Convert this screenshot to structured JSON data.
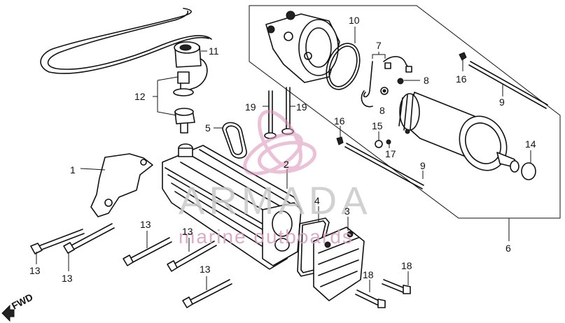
{
  "watermark": {
    "brand": "ARMADA",
    "tagline": "marine outboards"
  },
  "fwd_label": "FWD",
  "callouts": [
    {
      "id": "c1",
      "text": "1"
    },
    {
      "id": "c2",
      "text": "2"
    },
    {
      "id": "c3",
      "text": "3"
    },
    {
      "id": "c4",
      "text": "4"
    },
    {
      "id": "c5",
      "text": "5"
    },
    {
      "id": "c6",
      "text": "6"
    },
    {
      "id": "c7",
      "text": "7"
    },
    {
      "id": "c8a",
      "text": "8"
    },
    {
      "id": "c8b",
      "text": "8"
    },
    {
      "id": "c9a",
      "text": "9"
    },
    {
      "id": "c9b",
      "text": "9"
    },
    {
      "id": "c10",
      "text": "10"
    },
    {
      "id": "c11",
      "text": "11"
    },
    {
      "id": "c12",
      "text": "12"
    },
    {
      "id": "c13a",
      "text": "13"
    },
    {
      "id": "c13b",
      "text": "13"
    },
    {
      "id": "c13c",
      "text": "13"
    },
    {
      "id": "c13d",
      "text": "13"
    },
    {
      "id": "c13e",
      "text": "13"
    },
    {
      "id": "c14",
      "text": "14"
    },
    {
      "id": "c15",
      "text": "15"
    },
    {
      "id": "c16a",
      "text": "16"
    },
    {
      "id": "c16b",
      "text": "16"
    },
    {
      "id": "c17",
      "text": "17"
    },
    {
      "id": "c18a",
      "text": "18"
    },
    {
      "id": "c18b",
      "text": "18"
    },
    {
      "id": "c19a",
      "text": "19"
    },
    {
      "id": "c19b",
      "text": "19"
    }
  ]
}
